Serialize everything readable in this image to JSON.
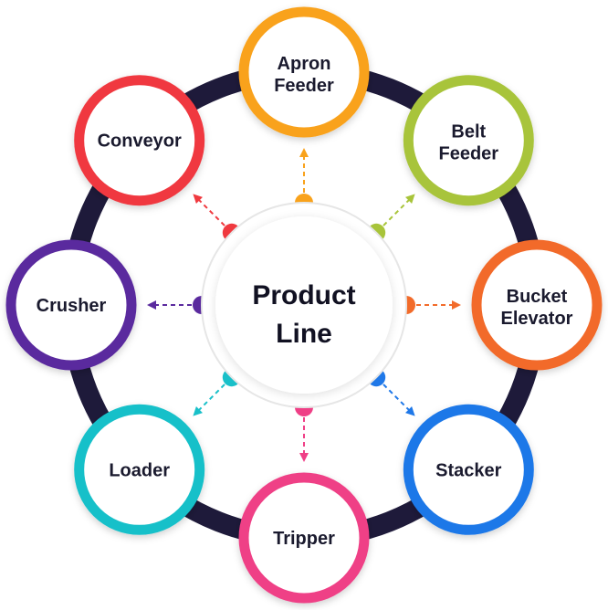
{
  "center": {
    "line1": "Product",
    "line2": "Line"
  },
  "ring_color": "#1e1a3a",
  "nodes": [
    {
      "line1": "Apron",
      "line2": "Feeder",
      "color": "#f9a21b"
    },
    {
      "line1": "Belt",
      "line2": "Feeder",
      "color": "#a8c43a"
    },
    {
      "line1": "Bucket",
      "line2": "Elevator",
      "color": "#f26b2a"
    },
    {
      "line1": "Stacker",
      "line2": "",
      "color": "#1f78e8"
    },
    {
      "line1": "Tripper",
      "line2": "",
      "color": "#ef3f86"
    },
    {
      "line1": "Loader",
      "line2": "",
      "color": "#19c0c9"
    },
    {
      "line1": "Crusher",
      "line2": "",
      "color": "#5a2a9e"
    },
    {
      "line1": "Conveyor",
      "line2": "",
      "color": "#f0393f"
    }
  ]
}
